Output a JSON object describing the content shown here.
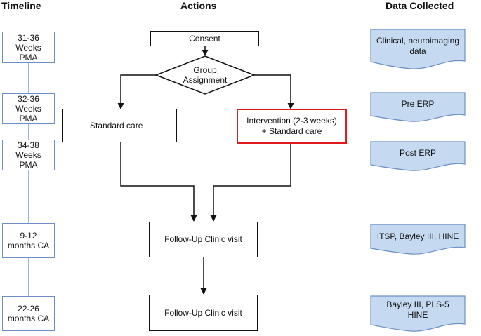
{
  "headings": {
    "timeline": "Timeline",
    "actions": "Actions",
    "data_collected": "Data Collected"
  },
  "timeline": [
    {
      "label": "31-36 Weeks PMA",
      "lines": [
        "31-36",
        "Weeks",
        "PMA"
      ]
    },
    {
      "label": "32-36 Weeks PMA",
      "lines": [
        "32-36",
        "Weeks",
        "PMA"
      ]
    },
    {
      "label": "34-38 Weeks PMA",
      "lines": [
        "34-38",
        "Weeks",
        "PMA"
      ]
    },
    {
      "label": "9-12 months CA",
      "lines": [
        "9-12",
        "months CA"
      ]
    },
    {
      "label": "22-26 months CA",
      "lines": [
        "22-26",
        "months CA"
      ]
    }
  ],
  "actions": {
    "consent": "Consent",
    "group_assignment": [
      "Group",
      "Assignment"
    ],
    "standard_care": "Standard care",
    "intervention": [
      "Intervention (2-3 weeks)",
      "+ Standard care"
    ],
    "follow_up_1": "Follow-Up  Clinic  visit",
    "follow_up_2": "Follow-Up  Clinic  visit"
  },
  "data_collected": [
    {
      "lines": [
        "Clinical,  neuroimaging",
        "data"
      ]
    },
    {
      "lines": [
        "Pre ERP"
      ]
    },
    {
      "lines": [
        "Post ERP"
      ]
    },
    {
      "lines": [
        "ITSP, Bayley III, HINE"
      ]
    },
    {
      "lines": [
        "Bayley III, PLS-5",
        "HINE"
      ]
    }
  ],
  "colors": {
    "timeline_border": "#6d8fc7",
    "timeline_line": "#9eb3d6",
    "doc_fill": "#c5d9f1",
    "doc_border": "#6d8fc7",
    "intervention_border": "#e01a1a",
    "stroke": "#111111"
  }
}
